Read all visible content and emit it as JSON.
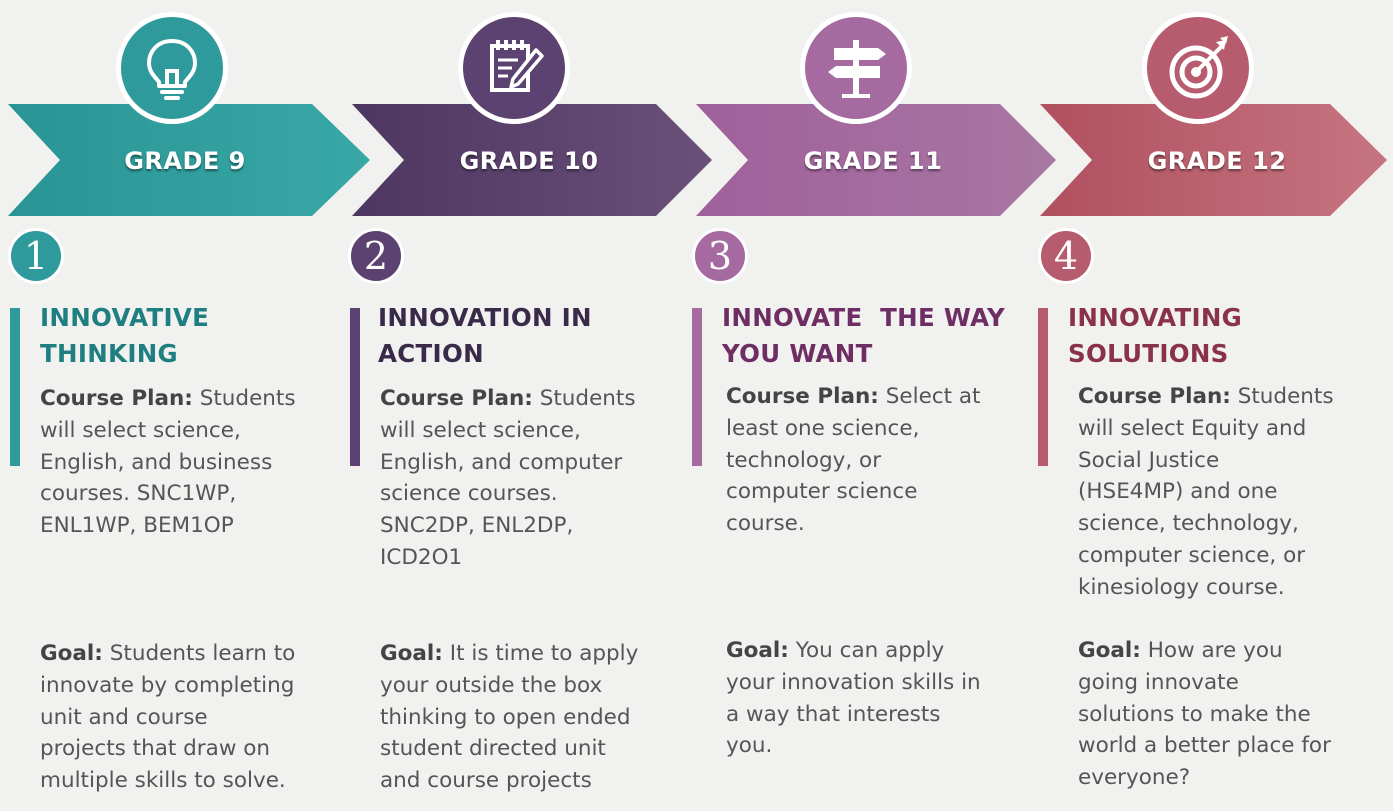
{
  "stages": [
    {
      "grade_label": "GRADE 9",
      "icon": "lightbulb-icon",
      "number": "1",
      "title_line1": "INNOVATIVE",
      "title_line2": "THINKING",
      "course_plan_label": "Course Plan",
      "course_plan_lines": [
        "Students",
        "will select science,",
        "English, and business",
        "courses. SNC1WP,",
        "ENL1WP, BEM1OP"
      ],
      "goal_label": "Goal:",
      "goal_lines": [
        "Students learn to",
        "innovate by completing",
        "unit and course",
        "projects that draw on",
        "multiple skills to solve."
      ],
      "color": "#2e9a9b",
      "heading_color": "#1f7f80"
    },
    {
      "grade_label": "GRADE 10",
      "icon": "notepad-pencil-icon",
      "number": "2",
      "title_line1": "INNOVATION IN",
      "title_line2": "ACTION",
      "course_plan_label": "Course Plan",
      "course_plan_lines": [
        "Students",
        "will select science,",
        "English, and computer",
        "science courses.",
        "SNC2DP, ENL2DP,",
        "ICD2O1"
      ],
      "goal_label": "Goal:",
      "goal_lines": [
        "It is time to apply",
        "your outside the box",
        "thinking to open ended",
        "student directed unit",
        "and course projects"
      ],
      "color": "#5b4270",
      "heading_color": "#3a2a4a"
    },
    {
      "grade_label": "GRADE 11",
      "icon": "signpost-icon",
      "number": "3",
      "title_line1": "INNOVATE  THE WAY",
      "title_line2": "YOU WANT",
      "course_plan_label": "Course Plan",
      "course_plan_lines": [
        "Select at",
        "least one science,",
        "technology, or",
        "computer science",
        "course."
      ],
      "goal_label": "Goal:",
      "goal_lines": [
        "You can apply",
        "your innovation skills in",
        "a way that interests",
        "you."
      ],
      "color": "#a56aa0",
      "heading_color": "#6e2e63"
    },
    {
      "grade_label": "GRADE 12",
      "icon": "target-arrow-icon",
      "number": "4",
      "title_line1": "INNOVATING",
      "title_line2": "SOLUTIONS",
      "course_plan_label": "Course Plan",
      "course_plan_lines": [
        "Students",
        "will select Equity and",
        "Social Justice",
        "(HSE4MP) and one",
        "science, technology,",
        "computer science, or",
        "kinesiology course."
      ],
      "goal_label": "Goal:",
      "goal_lines": [
        "How are you",
        "going innovate",
        "solutions to make the",
        "world a better place for",
        "everyone?"
      ],
      "color": "#b65c6e",
      "heading_color": "#8a3248"
    }
  ]
}
